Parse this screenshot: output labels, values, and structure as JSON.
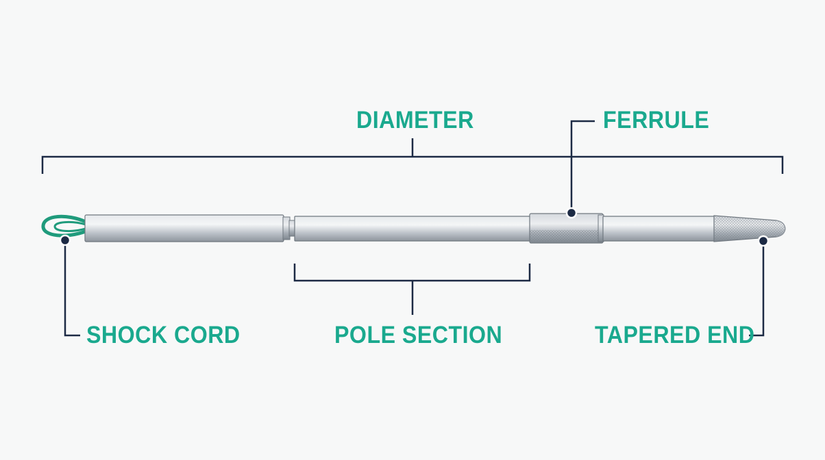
{
  "colors": {
    "background": "#f7f8f8",
    "label_text": "#1aa98e",
    "leader_line": "#1c2a44",
    "pole_metal": "#c4c9cf",
    "shock_cord": "#1f9b7c"
  },
  "labels": {
    "diameter": "DIAMETER",
    "ferrule": "FERRULE",
    "shock_cord": "SHOCK CORD",
    "pole_section": "POLE SECTION",
    "tapered_end": "TAPERED END"
  },
  "icons": {
    "pole": "tent-pole-illustration",
    "callout": "callout-dot"
  }
}
